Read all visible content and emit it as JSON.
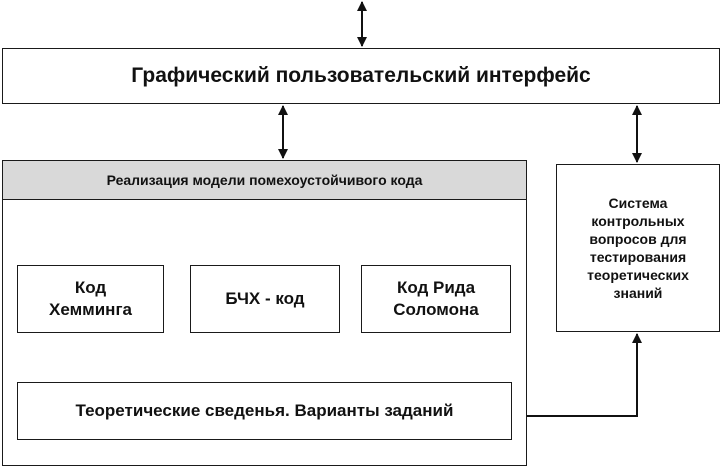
{
  "gui": {
    "label": "Графический  пользовательский интерфейс"
  },
  "implementation": {
    "header": "Реализация модели помехоустойчивого кода"
  },
  "codes": {
    "hamming": [
      "Код",
      "Хемминга"
    ],
    "bch": "БЧХ - код",
    "reed_solomon": [
      "Код Рида",
      "Соломона"
    ]
  },
  "theory": {
    "label": "Теоретические сведенья. Варианты заданий"
  },
  "test_system": {
    "lines": [
      "Система",
      "контрольных",
      "вопросов для",
      "тестирования",
      "теоретических",
      "знаний"
    ]
  }
}
